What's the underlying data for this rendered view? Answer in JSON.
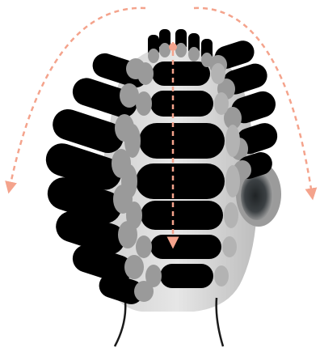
{
  "illustration": {
    "subject": "hair-rollers-back-of-head",
    "colors": {
      "roller": "#000000",
      "roller_end": "#9a9a9a",
      "roller_end_light": "#b3b3b3",
      "head": "#d9d9d9",
      "head_light": "#ececec",
      "ear": "#9b9b9b",
      "ear_inner": "#2e3336",
      "neck_line": "#1a1a1a",
      "arrow": "#f4a38c"
    },
    "arrows": [
      {
        "name": "left-arc-arrow",
        "direction": "down-left"
      },
      {
        "name": "right-arc-arrow",
        "direction": "down-right"
      },
      {
        "name": "center-down-arrow",
        "direction": "down"
      }
    ]
  }
}
